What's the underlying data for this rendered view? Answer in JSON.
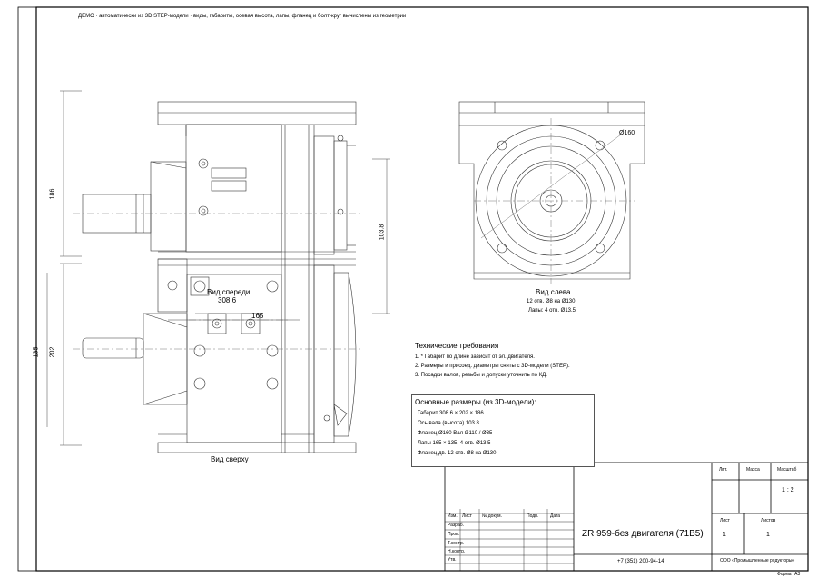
{
  "header_note": "ДЕМО · автоматически из 3D STEP-модели · виды, габариты, осевая высота, лапы, фланец и болт-круг вычислены из геометрии",
  "views": {
    "front_title": "Вид спереди",
    "front_width": "308.6",
    "top_title": "Вид сверху",
    "left_title": "Вид слева",
    "left_note1": "12 отв. Ø8 на Ø130",
    "left_note2": "Лапы: 4 отв. Ø13.5"
  },
  "dims": {
    "height_186": "186",
    "height_202": "202",
    "dim_135": "135",
    "dim_165": "165",
    "axis_103": "103.8",
    "flange_160": "Ø160"
  },
  "tech": {
    "title": "Технические требования",
    "items": [
      "1. * Габарит по длине зависит от эл. двигателя.",
      "2. Размеры и присоед. диаметры сняты с 3D-модели (STEP).",
      "3. Посадки валов, резьбы и допуски уточнить по КД."
    ]
  },
  "main_dims": {
    "title": "Основные размеры (из 3D-модели):",
    "rows": [
      "Габарит  308.6 × 202 × 186",
      "Ось вала (высота)  103.8",
      "Фланец  Ø160   Вал  Ø110 / Ø35",
      "Лапы  165 × 135,  4 отв. Ø13.5",
      "Фланец дв.  12 отв. Ø8 на Ø130"
    ]
  },
  "stamp": {
    "lit": "Лит.",
    "mass": "Масса",
    "scale_label": "Масштаб",
    "scale": "1 : 2",
    "sheet_label": "Лист",
    "sheets_label": "Листов",
    "sheet": "1",
    "sheets": "1",
    "col_izm": "Изм.",
    "col_list": "Лист",
    "col_doc": "№ докум.",
    "col_sign": "Подп.",
    "col_date": "Дата",
    "row_razrab": "Разраб.",
    "row_prov": "Пров.",
    "row_tkontr": "Т.контр.",
    "row_nkontr": "Н.контр.",
    "row_utv": "Утв.",
    "title": "ZR 959-без двигателя (71B5)",
    "phone": "+7 (351) 200-94-14",
    "company": "ООО «Промышленные редукторы»"
  },
  "format_label": "Формат  A3"
}
